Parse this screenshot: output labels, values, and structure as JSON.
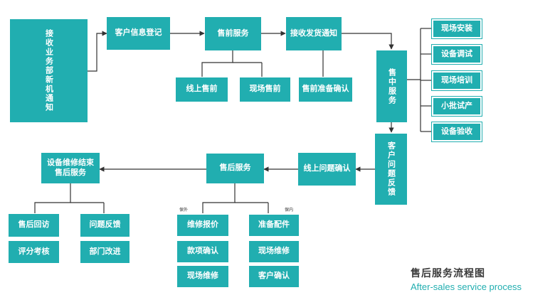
{
  "diagram": {
    "title": "售后服务流程图",
    "subtitle": "After-sales service process",
    "notes": {
      "warranty_out": "保外",
      "warranty_in": "保内"
    },
    "nodes": {
      "receive_new_machine": "接收业务部新机通知",
      "customer_info": "客户信息登记",
      "pre_sales": "售前服务",
      "shipping_notice": "接收发货通知",
      "online_presales": "线上售前",
      "onsite_presales": "现场售前",
      "presales_prep": "售前准备确认",
      "in_sales": "售中服务",
      "onsite_install": "现场安装",
      "equip_debug": "设备调试",
      "onsite_training": "现场培训",
      "small_batch": "小批试产",
      "equip_acceptance": "设备验收",
      "customer_feedback": "客户问题反馈",
      "online_confirm": "线上问题确认",
      "after_sales": "售后服务",
      "repair_done": "设备维修结束售后服务",
      "sales_visit": "售后回访",
      "issue_feedback": "问题反馈",
      "rating": "评分考核",
      "dept_improve": "部门改进",
      "repair_quote": "维修报价",
      "payment_confirm": "款项确认",
      "onsite_repair_out": "现场维修",
      "prep_parts": "准备配件",
      "onsite_repair_in": "现场维修",
      "customer_confirm": "客户确认"
    },
    "colors": {
      "accent": "#21aeb0",
      "line": "#333333"
    }
  }
}
